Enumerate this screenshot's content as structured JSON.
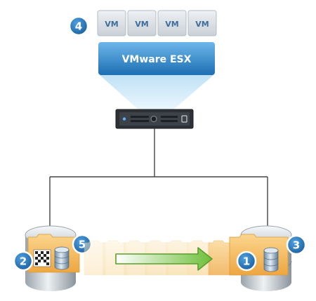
{
  "hypervisor": {
    "label": "VMware ESX"
  },
  "vms": [
    {
      "label": "VM"
    },
    {
      "label": "VM"
    },
    {
      "label": "VM"
    },
    {
      "label": "VM"
    }
  ],
  "badges": [
    {
      "number": "4",
      "refers_to": "vm-group"
    },
    {
      "number": "2",
      "refers_to": "left-storage"
    },
    {
      "number": "5",
      "refers_to": "left-storage"
    },
    {
      "number": "1",
      "refers_to": "right-storage"
    },
    {
      "number": "3",
      "refers_to": "right-storage"
    }
  ],
  "colors": {
    "badge_blue": "#1f6fb5",
    "esx_blue": "#3b94d6",
    "vm_box": "#d8dde2",
    "vm_text": "#3d6e9e",
    "folder_orange": "#f2b657",
    "migration_arrow": "#7cc24a",
    "cable": "#444444"
  },
  "icons": {
    "server": "rack-server-icon",
    "storage_left": "storage-array-icon",
    "storage_right": "storage-array-icon",
    "lun_grid": "data-grid-icon",
    "database": "database-cylinder-icon",
    "arrow": "migration-arrow-icon"
  }
}
